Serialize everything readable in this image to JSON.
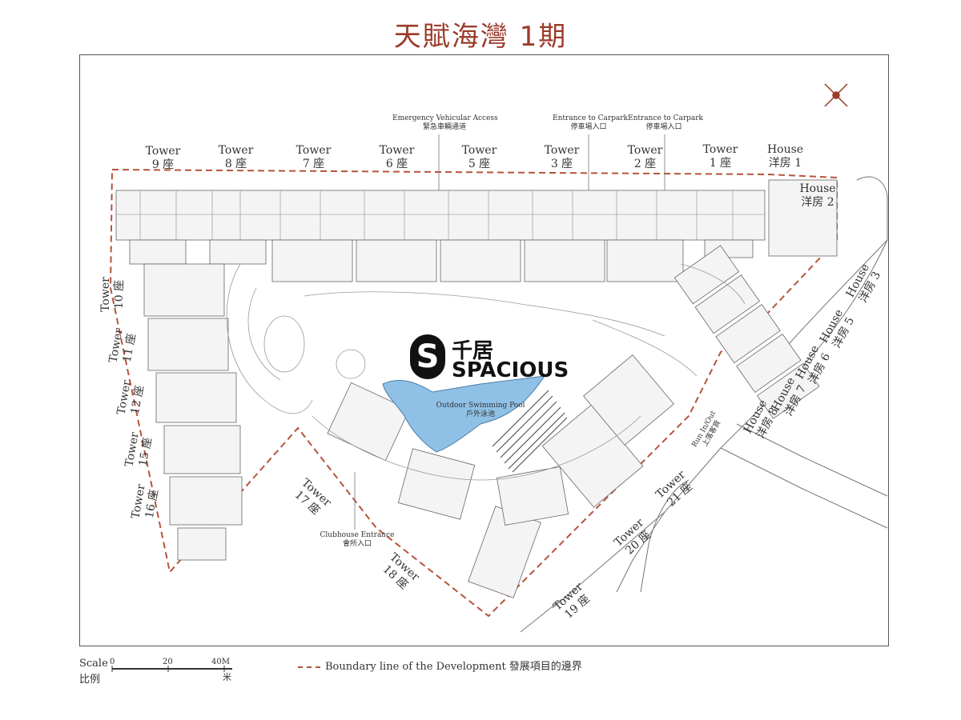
{
  "title": "天賦海灣 1期",
  "towers_top": [
    {
      "en": "Tower",
      "cn": "9 座"
    },
    {
      "en": "Tower",
      "cn": "8 座"
    },
    {
      "en": "Tower",
      "cn": "7 座"
    },
    {
      "en": "Tower",
      "cn": "6 座"
    },
    {
      "en": "Tower",
      "cn": "5 座"
    },
    {
      "en": "Tower",
      "cn": "3 座"
    },
    {
      "en": "Tower",
      "cn": "2 座"
    },
    {
      "en": "Tower",
      "cn": "1 座"
    }
  ],
  "house_1": {
    "en": "House",
    "cn": "洋房 1"
  },
  "house_2": {
    "en": "House",
    "cn": "洋房 2"
  },
  "houses_right": [
    {
      "en": "House",
      "cn": "洋房 3"
    },
    {
      "en": "House",
      "cn": "洋房 5"
    },
    {
      "en": "House",
      "cn": "洋房 6"
    },
    {
      "en": "House",
      "cn": "洋房 7"
    },
    {
      "en": "House",
      "cn": "洋房 8"
    }
  ],
  "towers_left": [
    {
      "en": "Tower",
      "cn": "10 座"
    },
    {
      "en": "Tower",
      "cn": "11 座"
    },
    {
      "en": "Tower",
      "cn": "12 座"
    },
    {
      "en": "Tower",
      "cn": "15 座"
    },
    {
      "en": "Tower",
      "cn": "16 座"
    }
  ],
  "towers_bottom": [
    {
      "en": "Tower",
      "cn": "17 座"
    },
    {
      "en": "Tower",
      "cn": "18 座"
    },
    {
      "en": "Tower",
      "cn": "19 座"
    },
    {
      "en": "Tower",
      "cn": "20 座"
    },
    {
      "en": "Tower",
      "cn": "21 座"
    }
  ],
  "emergency": {
    "en": "Emergency Vehicular Access",
    "cn": "緊急車輛通道"
  },
  "carpark_1": {
    "en": "Entrance to Carpark",
    "cn": "停車場入口"
  },
  "carpark_2": {
    "en": "Entrance to Carpark",
    "cn": "停車場入口"
  },
  "pool": {
    "en": "Outdoor Swimming Pool",
    "cn": "戶外泳池"
  },
  "clubhouse": {
    "en": "Clubhouse Entrance",
    "cn": "會所入口"
  },
  "run_in_out": {
    "en": "Run In/Out",
    "cn": "上落客貨"
  },
  "logo": {
    "mark": "S",
    "cn": "千居",
    "en": "SPACIOUS"
  },
  "scale": {
    "label_en": "Scale",
    "label_cn": "比例",
    "t0": "0",
    "t1": "20",
    "t2": "40M",
    "unit_cn": "米"
  },
  "legend": {
    "text": "Boundary line of the Development 發展項目的邊界"
  },
  "colors": {
    "title": "#9b3b2a",
    "boundary": "#b5543a",
    "pool": "#8fc1e6",
    "lines": "#555555"
  }
}
